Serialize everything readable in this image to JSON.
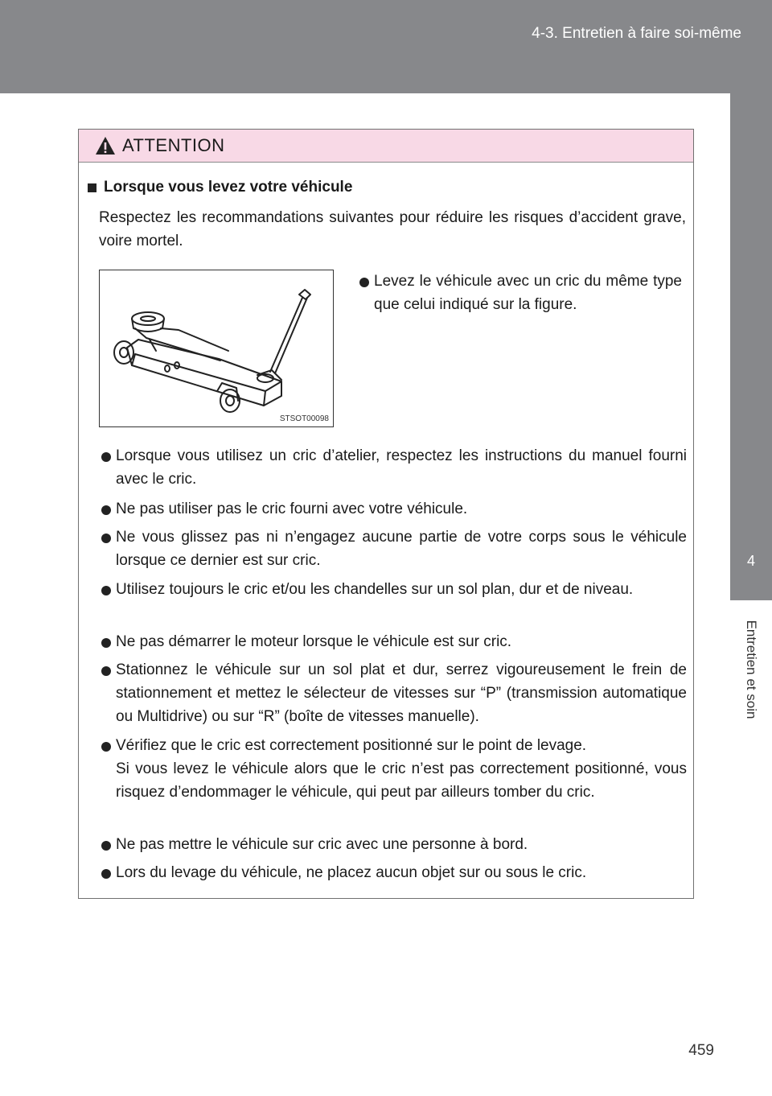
{
  "header": {
    "section_title": "4-3. Entretien à faire soi-même"
  },
  "side_tab": {
    "chapter_number": "4",
    "chapter_label": "Entretien et soin"
  },
  "page_number": "459",
  "warning_box": {
    "title": "ATTENTION",
    "icon": "warning-triangle-icon",
    "heading": "Lorsque vous levez votre véhicule",
    "intro": "Respectez les recommandations suivantes pour réduire les risques d’accident grave, voire mortel.",
    "figure_code": "STSOT00098",
    "bullets": [
      "Levez le véhicule avec un cric du même type que celui indiqué sur la figure.",
      "Lorsque vous utilisez un cric d’atelier, respectez les instructions du manuel fourni avec le cric.",
      "Ne pas utiliser pas le cric fourni avec votre véhicule.",
      "Ne vous glissez pas ni n’engagez aucune partie de votre corps sous le véhicule lorsque ce dernier est sur cric.",
      "Utilisez toujours le cric et/ou les chandelles sur un sol plan, dur et de niveau.",
      "Ne pas démarrer le moteur lorsque le véhicule est sur cric.",
      "Stationnez le véhicule sur un sol plat et dur, serrez vigoureusement le frein de stationnement et mettez le sélecteur de vitesses sur “P” (transmission automatique ou Multidrive) ou sur “R” (boîte de vitesses manuelle).",
      "Vérifiez que le cric est correctement positionné sur le point de levage.",
      "Ne pas mettre le véhicule sur cric avec une personne à bord.",
      "Lors du levage du véhicule, ne placez aucun objet sur ou sous le cric."
    ],
    "bullet8_continuation": "Si vous levez le véhicule alors que le cric n’est pas correctement positionné, vous risquez d’endommager le véhicule, qui peut par ailleurs tomber du cric."
  },
  "colors": {
    "header_gray": "#87888b",
    "attention_pink": "#f8d9e6"
  }
}
